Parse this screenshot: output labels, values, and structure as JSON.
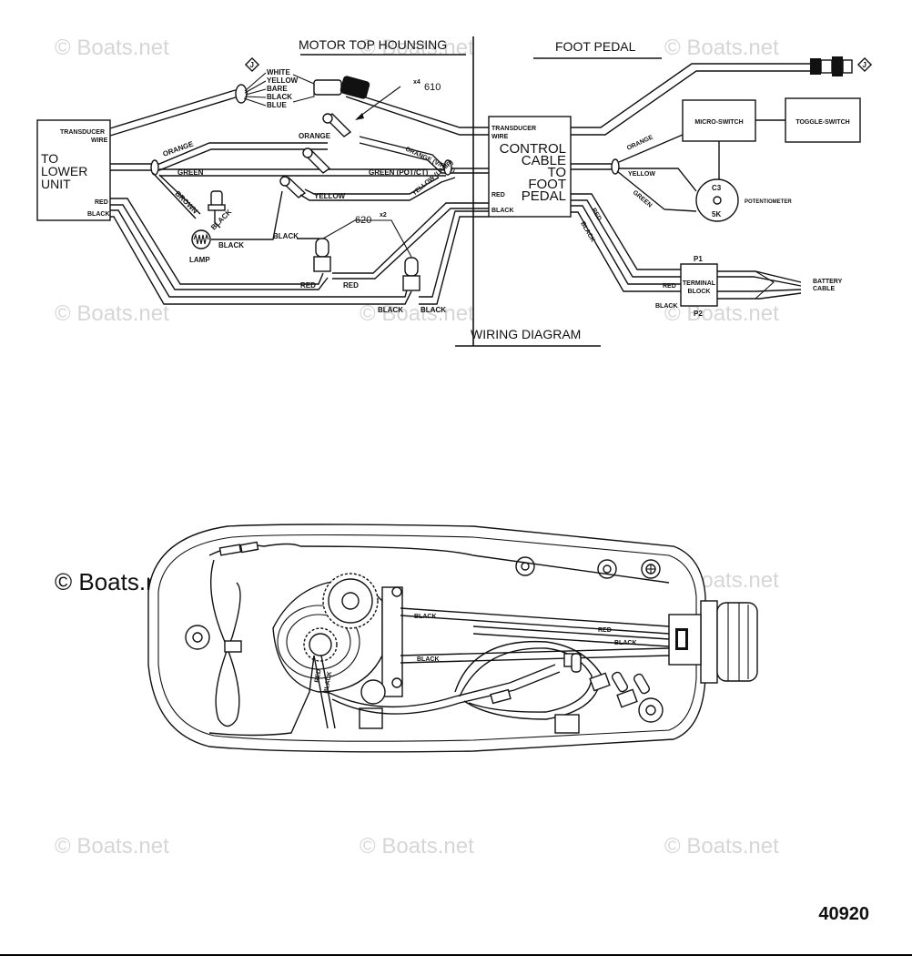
{
  "watermark": "© Boats.net",
  "diagram": {
    "motor_top_housing": "MOTOR TOP HOUNSING",
    "foot_pedal": "FOOT PEDAL",
    "wiring_diagram": "WIRING DIAGRAM",
    "lower_unit": [
      "TO",
      "LOWER",
      "UNIT"
    ],
    "transducer_wire": [
      "TRANSDUCER",
      "WIRE"
    ],
    "control_cable": [
      "CONTROL",
      "CABLE",
      "TO",
      "FOOT",
      "PEDAL"
    ],
    "micro_switch": "MICRO-SWITCH",
    "toggle_switch": "TOGGLE-SWITCH",
    "potentiometer": "POTENTIOMETER",
    "pot_c3": "C3",
    "pot_5k": "5K",
    "terminal_block": [
      "TERMINAL",
      "BLOCK"
    ],
    "p1": "P1",
    "p2": "P2",
    "battery_cable": [
      "BATTERY",
      "CABLE"
    ],
    "lamp": "LAMP",
    "ref_j": "J",
    "callout_610": "610",
    "callout_610_qty": "x4",
    "callout_620": "620",
    "callout_620_qty": "x2",
    "wire_labels": {
      "white": "WHITE",
      "yellow": "YELLOW",
      "bare": "BARE",
      "black": "BLACK",
      "blue": "BLUE",
      "orange": "ORANGE",
      "orange_vreg": "ORANGE (V/REG)",
      "green": "GREEN",
      "green_potct": "GREEN (POT/CT)",
      "yellow_lamp": "YELLOW (LAMP)",
      "brown": "BROWN",
      "red": "RED"
    }
  },
  "housing_labels": {
    "black": "BLACK",
    "red": "RED"
  },
  "part_number": "40920"
}
